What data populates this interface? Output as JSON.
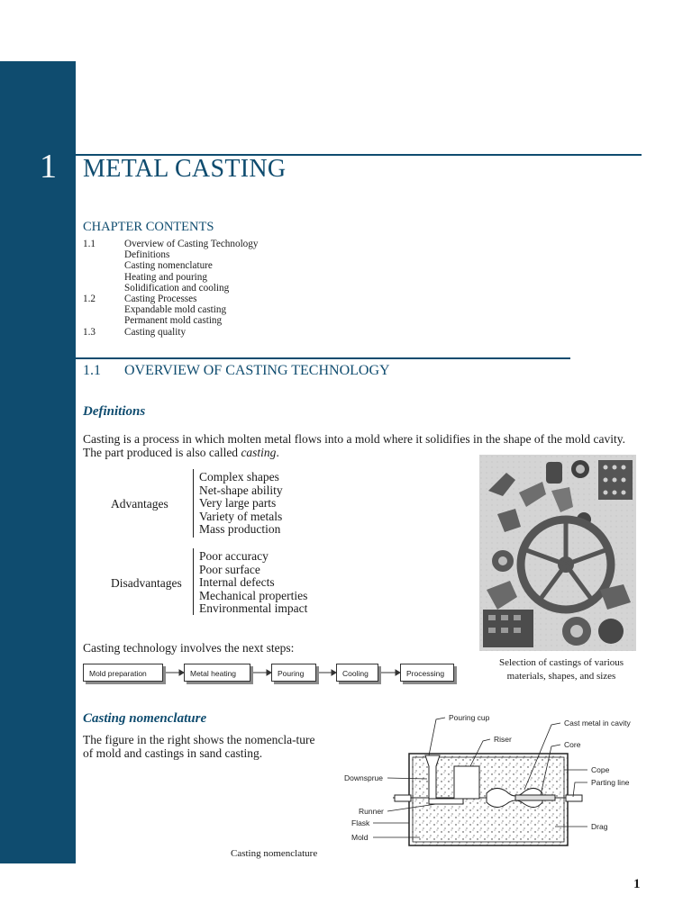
{
  "chapter": {
    "number": "1",
    "title": "METAL CASTING"
  },
  "contents": {
    "heading": "CHAPTER CONTENTS",
    "items": [
      {
        "num": "1.1",
        "text": "Overview of Casting Technology"
      },
      {
        "num": "",
        "text": "Definitions"
      },
      {
        "num": "",
        "text": "Casting nomenclature"
      },
      {
        "num": "",
        "text": "Heating and pouring"
      },
      {
        "num": "",
        "text": "Solidification and cooling"
      },
      {
        "num": "1.2",
        "text": "Casting Processes"
      },
      {
        "num": "",
        "text": "Expandable mold casting"
      },
      {
        "num": "",
        "text": "Permanent mold casting"
      },
      {
        "num": "1.3",
        "text": "Casting quality"
      }
    ]
  },
  "section": {
    "number": "1.1",
    "title": "OVERVIEW OF CASTING TECHNOLOGY"
  },
  "definitions": {
    "heading": "Definitions",
    "paragraph_a": "Casting is a process in which molten metal flows into a mold where it solidifies in the shape of the mold cavity. The part produced is also called ",
    "paragraph_term": "casting",
    "paragraph_end": ".",
    "advantages_label": "Advantages",
    "advantages": [
      "Complex shapes",
      "Net-shape ability",
      "Very large parts",
      "Variety of metals",
      "Mass production"
    ],
    "disadvantages_label": "Disadvantages",
    "disadvantages": [
      "Poor accuracy",
      "Poor surface",
      "Internal defects",
      "Mechanical properties",
      "Environmental impact"
    ],
    "steps_intro": "Casting technology involves the next steps:",
    "steps": [
      "Mold preparation",
      "Metal heating",
      "Pouring",
      "Cooling",
      "Processing"
    ]
  },
  "photo": {
    "caption": "Selection of castings of various materials, shapes, and sizes"
  },
  "nomenclature": {
    "heading": "Casting nomenclature",
    "paragraph": "The figure in the right shows the nomencla-ture of mold and castings in sand casting.",
    "figure_caption": "Casting nomenclature",
    "labels": {
      "pouring_cup": "Pouring cup",
      "cast_metal": "Cast metal in cavity",
      "riser": "Riser",
      "core": "Core",
      "downsprue": "Downsprue",
      "cope": "Cope",
      "parting_line": "Parting line",
      "runner": "Runner",
      "flask": "Flask",
      "mold": "Mold",
      "drag": "Drag"
    }
  },
  "page_number": "1",
  "colors": {
    "accent": "#0f4c6f"
  }
}
